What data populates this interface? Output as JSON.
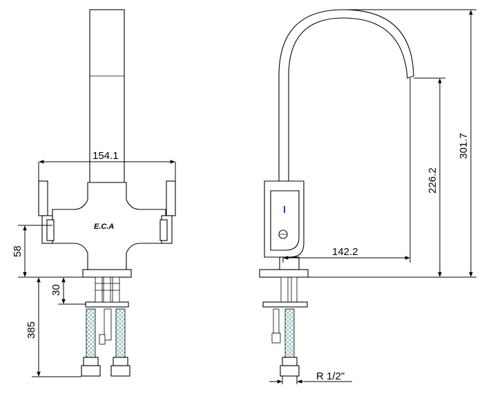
{
  "dimensions": {
    "front_width": "154.1",
    "front_height": "58",
    "front_gap": "30",
    "front_hose": "385",
    "side_reach": "142.2",
    "side_spout_height": "226.2",
    "side_total_height": "301.7",
    "side_thread": "R 1/2\""
  },
  "logo": "E.C.A",
  "colors": {
    "line": "#000000",
    "braid": "#3a8f8a",
    "indicator": "#1e3fc8"
  }
}
